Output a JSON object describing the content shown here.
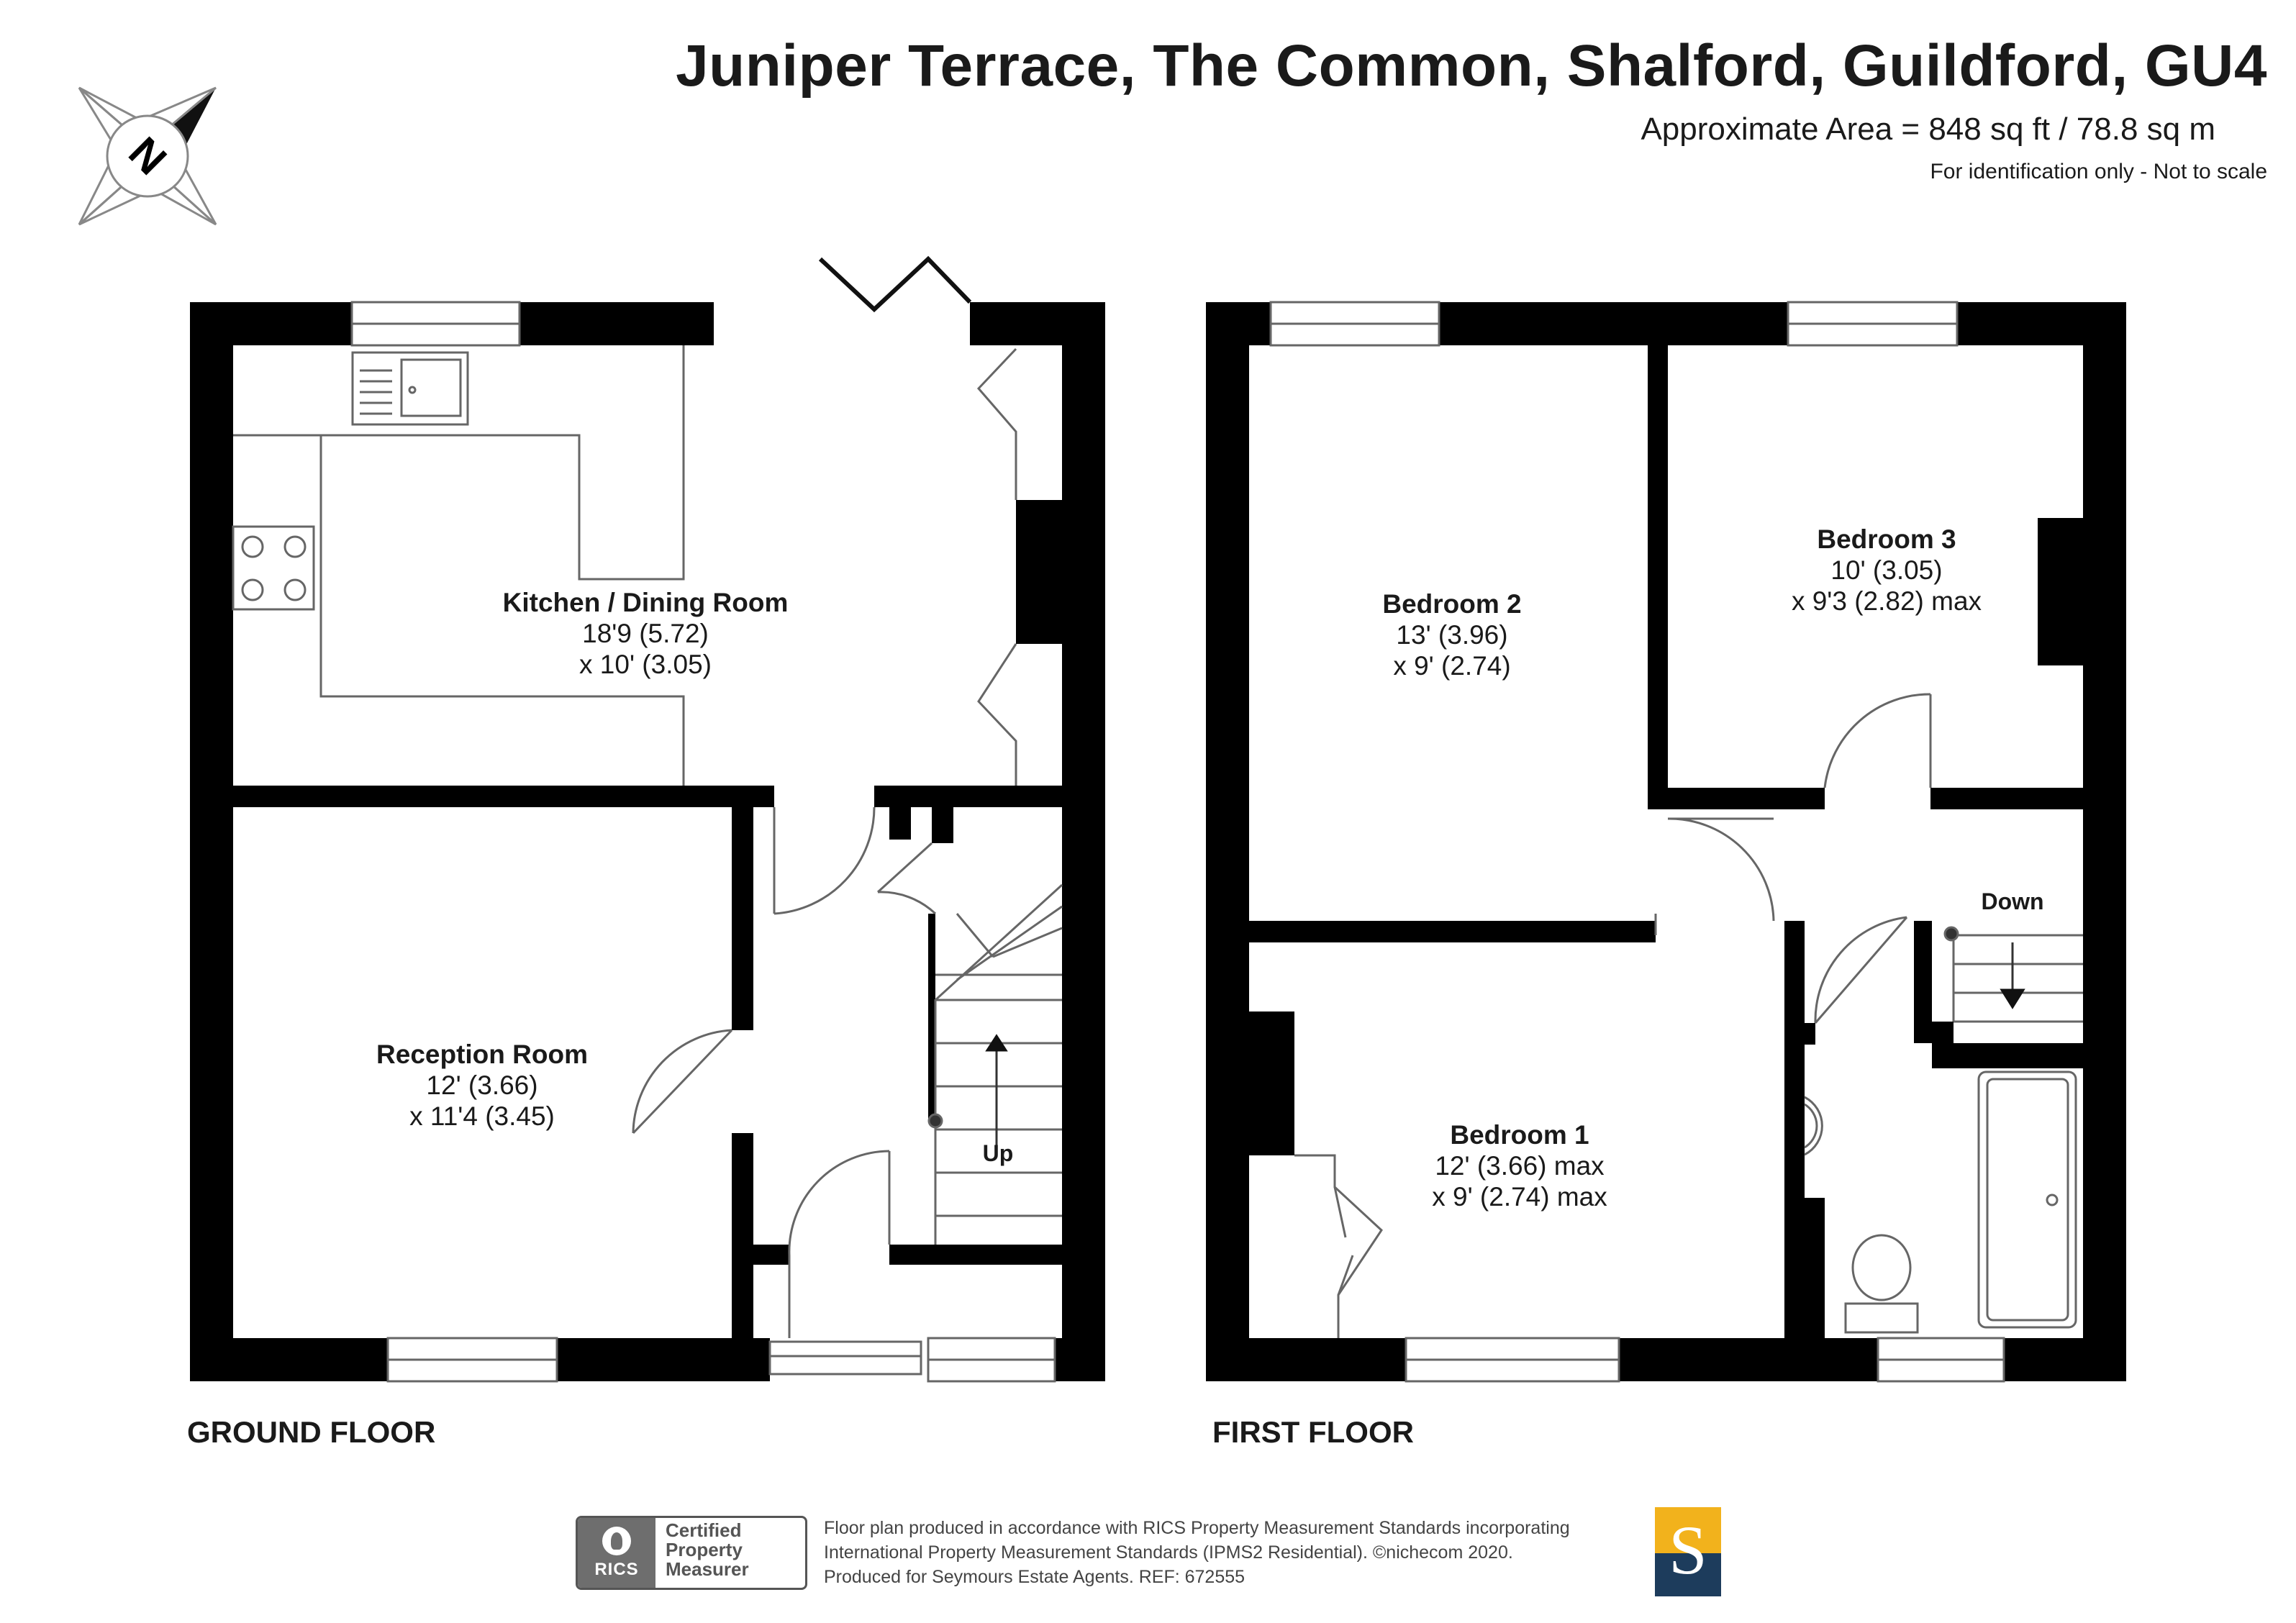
{
  "header": {
    "title": "Juniper Terrace, The Common, Shalford, Guildford, GU4",
    "area": "Approximate Area = 848 sq ft / 78.8 sq m",
    "disclaimer": "For identification only - Not to scale"
  },
  "compass": {
    "letter": "N"
  },
  "ground_floor": {
    "label": "GROUND FLOOR",
    "rooms": [
      {
        "name": "Kitchen / Dining Room",
        "dim1": "18'9 (5.72)",
        "dim2": "x 10' (3.05)"
      },
      {
        "name": "Reception Room",
        "dim1": "12' (3.66)",
        "dim2": "x 11'4 (3.45)"
      }
    ],
    "stairs": "Up"
  },
  "first_floor": {
    "label": "FIRST FLOOR",
    "rooms": [
      {
        "name": "Bedroom 2",
        "dim1": "13' (3.96)",
        "dim2": "x 9' (2.74)"
      },
      {
        "name": "Bedroom 3",
        "dim1": "10' (3.05)",
        "dim2": "x 9'3 (2.82) max"
      },
      {
        "name": "Bedroom 1",
        "dim1": "12' (3.66) max",
        "dim2": "x 9' (2.74) max"
      }
    ],
    "stairs": "Down"
  },
  "footer": {
    "rics_word": "RICS",
    "cert_line1": "Certified",
    "cert_line2": "Property",
    "cert_line3": "Measurer",
    "line1": "Floor plan produced in accordance with RICS Property Measurement Standards incorporating",
    "line2": "International Property Measurement Standards (IPMS2 Residential).   ©nichecom 2020.",
    "line3": "Produced for Seymours Estate Agents.    REF:  672555",
    "logo_letter": "S"
  },
  "colors": {
    "wall": "#000000",
    "logo_gold": "#f2b21c",
    "logo_navy": "#1d3c5c",
    "rics_grey": "#6e6e6e"
  }
}
